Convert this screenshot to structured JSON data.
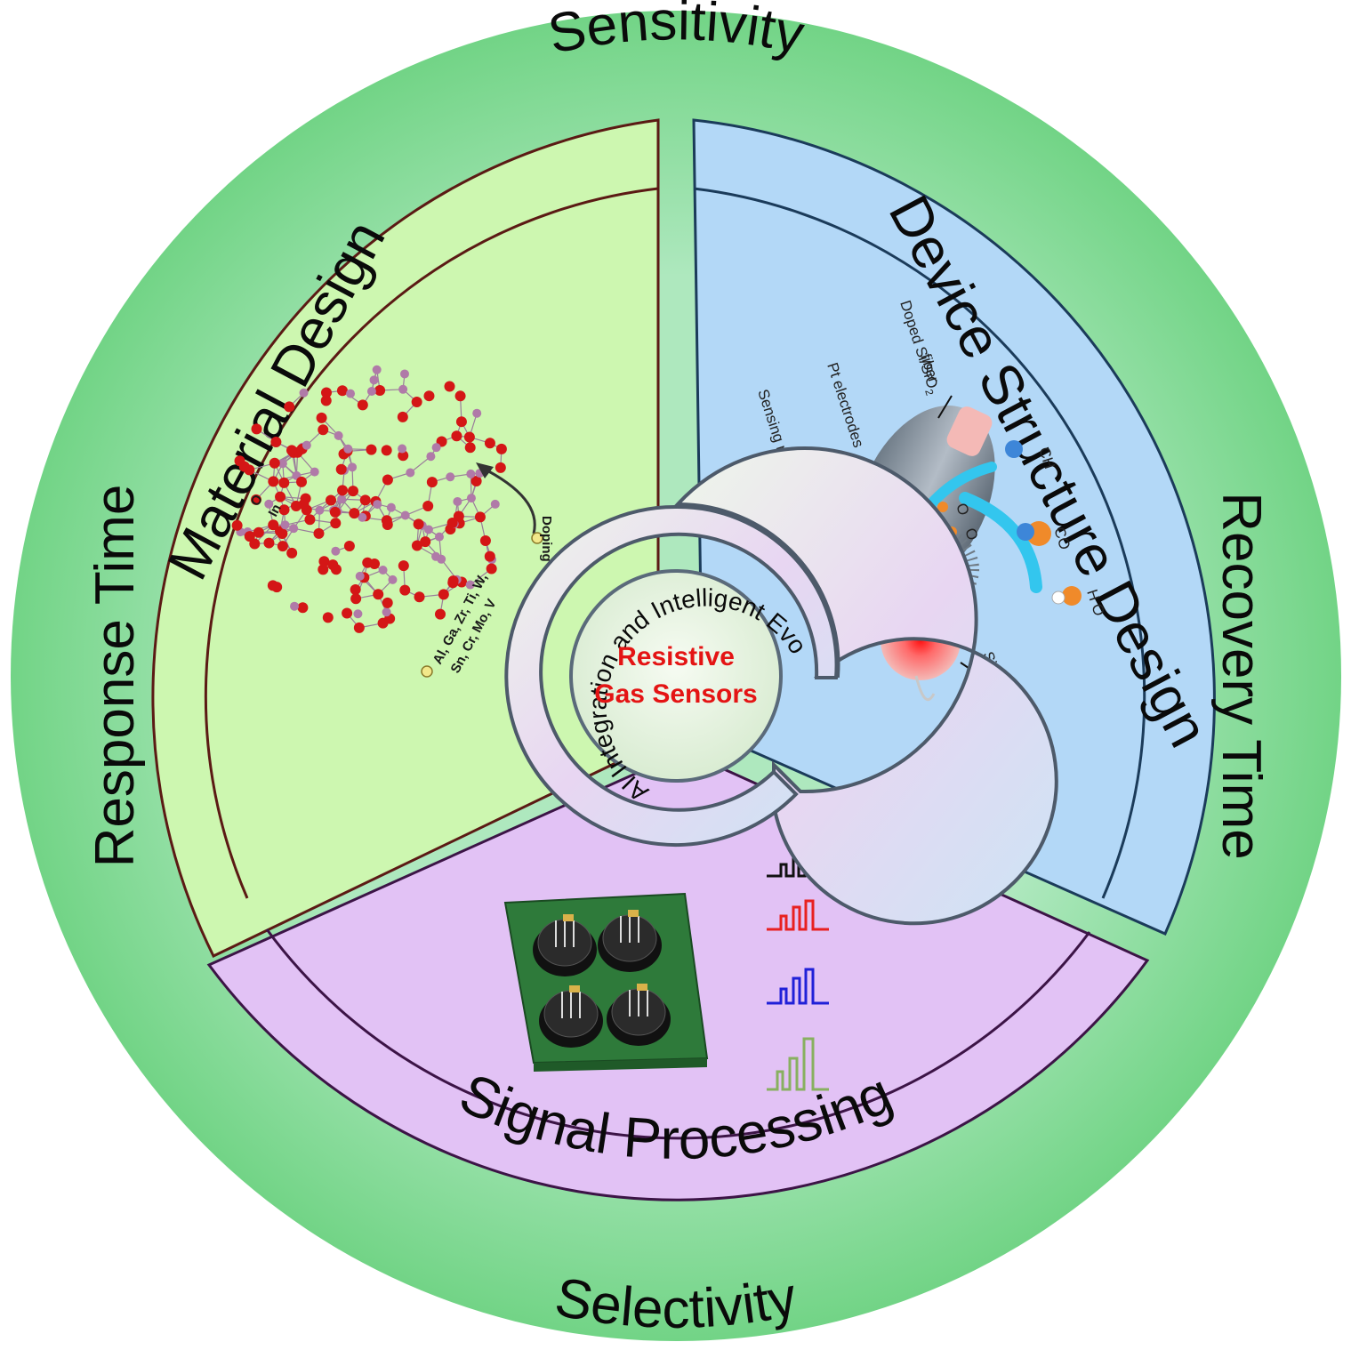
{
  "ring_labels": {
    "top": "Sensitivity",
    "left": "Response Time",
    "right": "Recovery Time",
    "bottom": "Selectivity"
  },
  "sectors": {
    "material": {
      "title": "Material Design",
      "atom_o": "O",
      "atom_in": "In",
      "doping": "Doping",
      "dopants_line1": "Al, Ga, Zr, Ti, W,",
      "dopants_line2": "Sn, Cr, Mo, V"
    },
    "device": {
      "title": "Device Structure Design",
      "fiber_line1": "Doped Si/SiO",
      "fiber_sub": "2",
      "fiber_line2": "fiber",
      "pt": "Pt electrodes",
      "sensing": "Sensing material/PDMS",
      "silver": "Silver paste",
      "o_label": "O",
      "o2_label": "O",
      "ch4": "CH",
      "co2": "CO",
      "h2o": "H O"
    },
    "signal": {
      "title": "Signal Processing"
    }
  },
  "center": {
    "arc": "AI Integration and Intelligent Evolution",
    "title_line1": "Resistive",
    "title_line2": "Gas Sensors"
  },
  "colors": {
    "outer_ring": "#7fd992",
    "material_fill": "#cdf7b0",
    "device_fill": "#b3d8f7",
    "signal_fill": "#e2c2f5",
    "border_dark": "#5b1a14",
    "center_text": "#e41414",
    "signal_black": "#111111",
    "signal_red": "#e82020",
    "signal_blue": "#2020d8",
    "signal_green": "#88b060"
  }
}
